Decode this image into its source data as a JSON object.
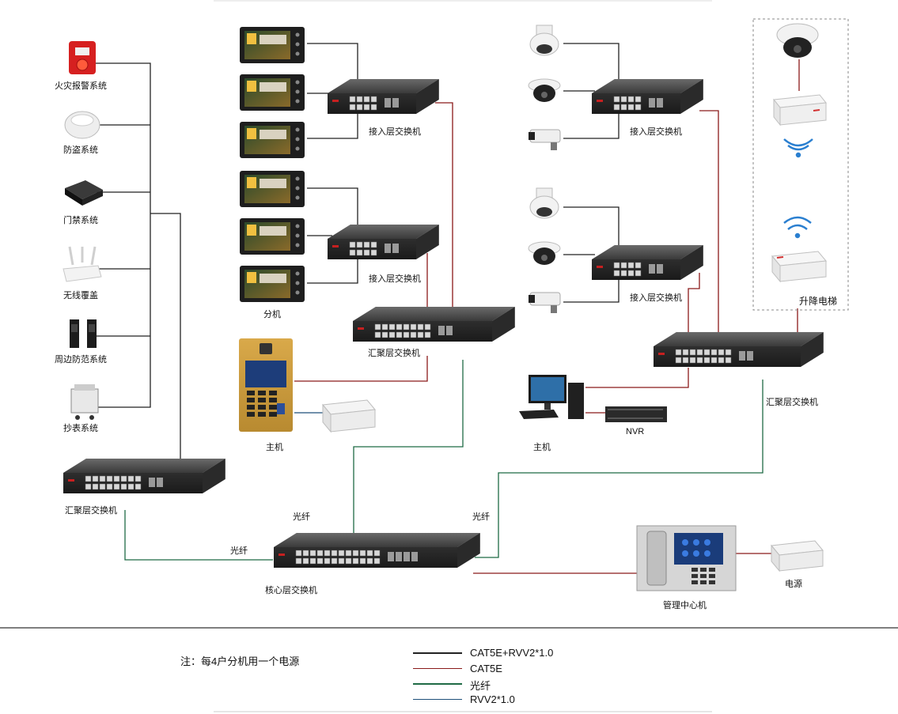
{
  "colors": {
    "cat5e_rvv": "#222222",
    "cat5e": "#8b1a1a",
    "fiber": "#1f6b45",
    "rvv": "#1e4f7a"
  },
  "left_systems": [
    {
      "label": "火灾报警系统",
      "icon": "fire-alarm-icon"
    },
    {
      "label": "防盗系统",
      "icon": "smoke-detector-icon"
    },
    {
      "label": "门禁系统",
      "icon": "access-controller-icon"
    },
    {
      "label": "无线覆盖",
      "icon": "wifi-router-icon"
    },
    {
      "label": "周边防范系统",
      "icon": "perimeter-sensor-icon"
    },
    {
      "label": "抄表系统",
      "icon": "meter-reader-icon"
    }
  ],
  "switches": {
    "access_1": "接入层交换机",
    "access_2": "接入层交换机",
    "access_3": "接入层交换机",
    "access_4": "接入层交换机",
    "agg_left": "汇聚层交换机",
    "agg_mid": "汇聚层交换机",
    "agg_right": "汇聚层交换机",
    "core": "核心层交换机"
  },
  "devices": {
    "indoor_unit": "分机",
    "main_unit": "主机",
    "pc_host": "主机",
    "nvr": "NVR",
    "management_center": "管理中心机",
    "power_supply": "电源",
    "elevator": "升降电梯"
  },
  "fiber_labels": [
    "光纤",
    "光纤",
    "光纤"
  ],
  "footer": {
    "note": "注：每4户分机用一个电源"
  },
  "legend": [
    {
      "label": "CAT5E+RVV2*1.0",
      "color": "#222222"
    },
    {
      "label": "CAT5E",
      "color": "#8b1a1a"
    },
    {
      "label": "光纤",
      "color": "#1f6b45"
    },
    {
      "label": "RVV2*1.0",
      "color": "#1e4f7a"
    }
  ]
}
